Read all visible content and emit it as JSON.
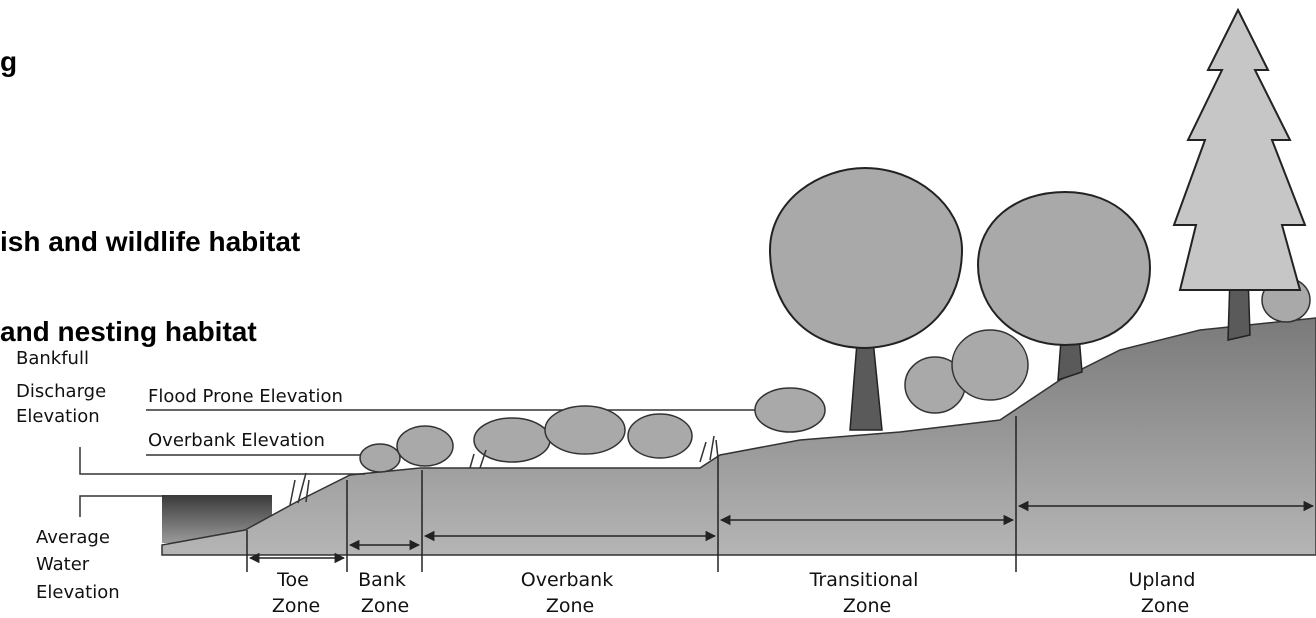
{
  "slide_text": {
    "line_1": "g",
    "line_2": "ish and wildlife habitat",
    "line_3": "and nesting habitat"
  },
  "elevations": {
    "bankfull": [
      "Bankfull",
      "Discharge",
      "Elevation"
    ],
    "flood_prone": "Flood Prone Elevation",
    "overbank": "Overbank Elevation",
    "average_water": [
      "Average",
      "Water",
      "Elevation"
    ]
  },
  "zones": [
    {
      "name": [
        "Toe",
        "Zone"
      ]
    },
    {
      "name": [
        "Bank",
        "Zone"
      ]
    },
    {
      "name": [
        "Overbank",
        "Zone"
      ]
    },
    {
      "name": [
        "Transitional",
        "Zone"
      ]
    },
    {
      "name": [
        "Upland",
        "Zone"
      ]
    }
  ],
  "colors": {
    "ground": "#8c8c8c",
    "ground_dark": "#6a6a6a",
    "foliage": "#a9a9a9",
    "trunk": "#5a5a5a",
    "water": "#4a4a4a",
    "line": "#222222"
  }
}
